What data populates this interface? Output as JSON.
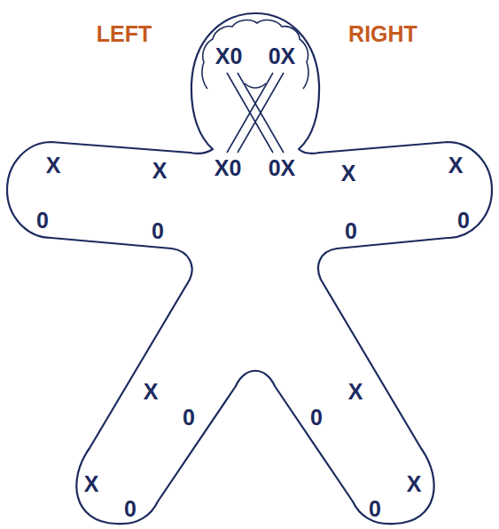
{
  "diagram": {
    "labels": [
      "LEFT",
      "RIGHT",
      "X0",
      "0X",
      "X",
      "X",
      "X0",
      "0X",
      "X",
      "X",
      "0",
      "0",
      "0",
      "0",
      "X",
      "X",
      "0",
      "0",
      "X",
      "X",
      "0",
      "0"
    ]
  }
}
